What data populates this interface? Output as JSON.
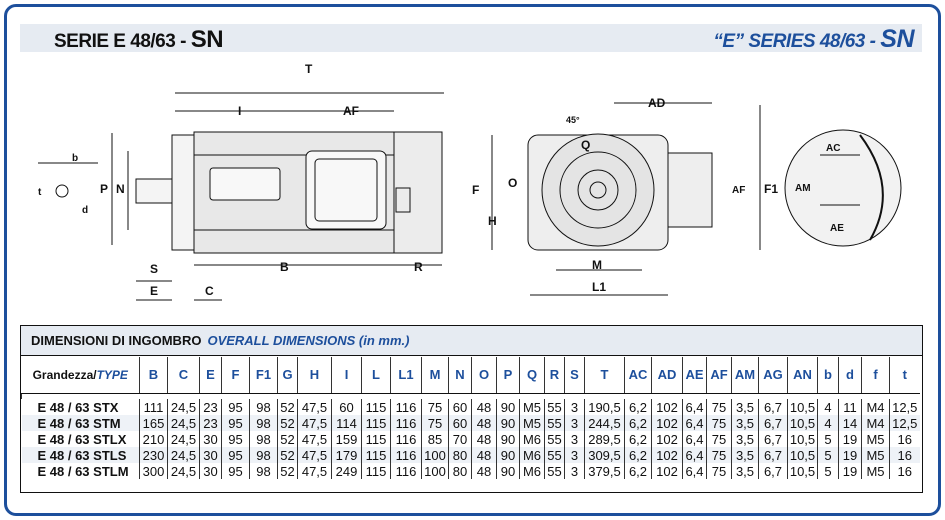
{
  "header": {
    "left_prefix": "SERIE E 48/63 -",
    "left_suffix": "SN",
    "right_prefix": "“E” SERIES 48/63 -",
    "right_suffix": "SN"
  },
  "drawing": {
    "side": {
      "T": "T",
      "I": "I",
      "AF": "AF",
      "P": "P",
      "N": "N",
      "S": "S",
      "E": "E",
      "C": "C",
      "B": "B",
      "R": "R"
    },
    "shaft": {
      "b": "b",
      "t": "t",
      "d": "d"
    },
    "front": {
      "AD": "AD",
      "angle": "45°",
      "Q": "Q",
      "F": "F",
      "O": "O",
      "H": "H",
      "AF": "AF",
      "F1": "F1",
      "M": "M",
      "L1": "L1"
    },
    "detail": {
      "AC": "AC",
      "AM": "AM",
      "AE": "AE"
    }
  },
  "table": {
    "title": "DIMENSIONI DI INGOMBRO",
    "title_en": "OVERALL DIMENSIONS (in mm.)",
    "type_header": "Grandezza/",
    "type_header_en": "TYPE",
    "columns": [
      "B",
      "C",
      "E",
      "F",
      "F1",
      "G",
      "H",
      "I",
      "L",
      "L1",
      "M",
      "N",
      "O",
      "P",
      "Q",
      "R",
      "S",
      "T",
      "AC",
      "AD",
      "AE",
      "AF",
      "AM",
      "AG",
      "AN",
      "b",
      "d",
      "f",
      "t"
    ],
    "rows": [
      {
        "type": "E 48 / 63 STX",
        "values": [
          "111",
          "24,5",
          "23",
          "95",
          "98",
          "52",
          "47,5",
          "60",
          "115",
          "116",
          "75",
          "60",
          "48",
          "90",
          "M5",
          "55",
          "3",
          "190,5",
          "6,2",
          "102",
          "6,4",
          "75",
          "3,5",
          "6,7",
          "10,5",
          "4",
          "11",
          "M4",
          "12,5"
        ]
      },
      {
        "type": "E 48 / 63 STM",
        "values": [
          "165",
          "24,5",
          "23",
          "95",
          "98",
          "52",
          "47,5",
          "114",
          "115",
          "116",
          "75",
          "60",
          "48",
          "90",
          "M5",
          "55",
          "3",
          "244,5",
          "6,2",
          "102",
          "6,4",
          "75",
          "3,5",
          "6,7",
          "10,5",
          "4",
          "14",
          "M4",
          "12,5"
        ]
      },
      {
        "type": "E 48 / 63 STLX",
        "values": [
          "210",
          "24,5",
          "30",
          "95",
          "98",
          "52",
          "47,5",
          "159",
          "115",
          "116",
          "85",
          "70",
          "48",
          "90",
          "M6",
          "55",
          "3",
          "289,5",
          "6,2",
          "102",
          "6,4",
          "75",
          "3,5",
          "6,7",
          "10,5",
          "5",
          "19",
          "M5",
          "16"
        ]
      },
      {
        "type": "E 48 / 63 STLS",
        "values": [
          "230",
          "24,5",
          "30",
          "95",
          "98",
          "52",
          "47,5",
          "179",
          "115",
          "116",
          "100",
          "80",
          "48",
          "90",
          "M6",
          "55",
          "3",
          "309,5",
          "6,2",
          "102",
          "6,4",
          "75",
          "3,5",
          "6,7",
          "10,5",
          "5",
          "19",
          "M5",
          "16"
        ]
      },
      {
        "type": "E 48 / 63 STLM",
        "values": [
          "300",
          "24,5",
          "30",
          "95",
          "98",
          "52",
          "47,5",
          "249",
          "115",
          "116",
          "100",
          "80",
          "48",
          "90",
          "M6",
          "55",
          "3",
          "379,5",
          "6,2",
          "102",
          "6,4",
          "75",
          "3,5",
          "6,7",
          "10,5",
          "5",
          "19",
          "M5",
          "16"
        ]
      }
    ]
  }
}
